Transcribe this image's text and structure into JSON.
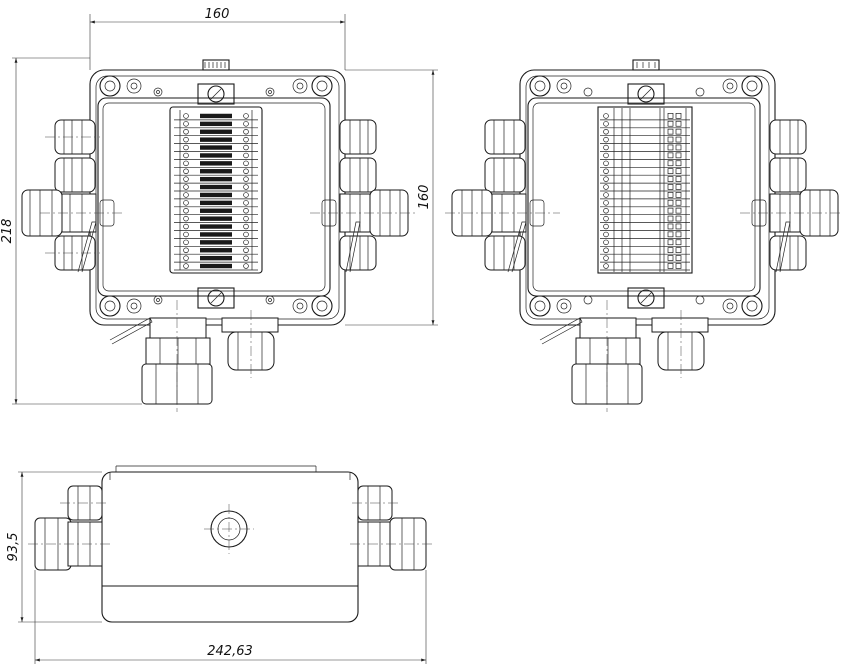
{
  "dimensions": {
    "top_width": "160",
    "overall_height": "218",
    "box_height": "160",
    "side_height": "93,5",
    "overall_length": "242,63"
  },
  "views": {
    "front_left": {
      "terminal_count": 20
    },
    "front_right": {
      "terminal_count": 20
    },
    "side": {}
  }
}
